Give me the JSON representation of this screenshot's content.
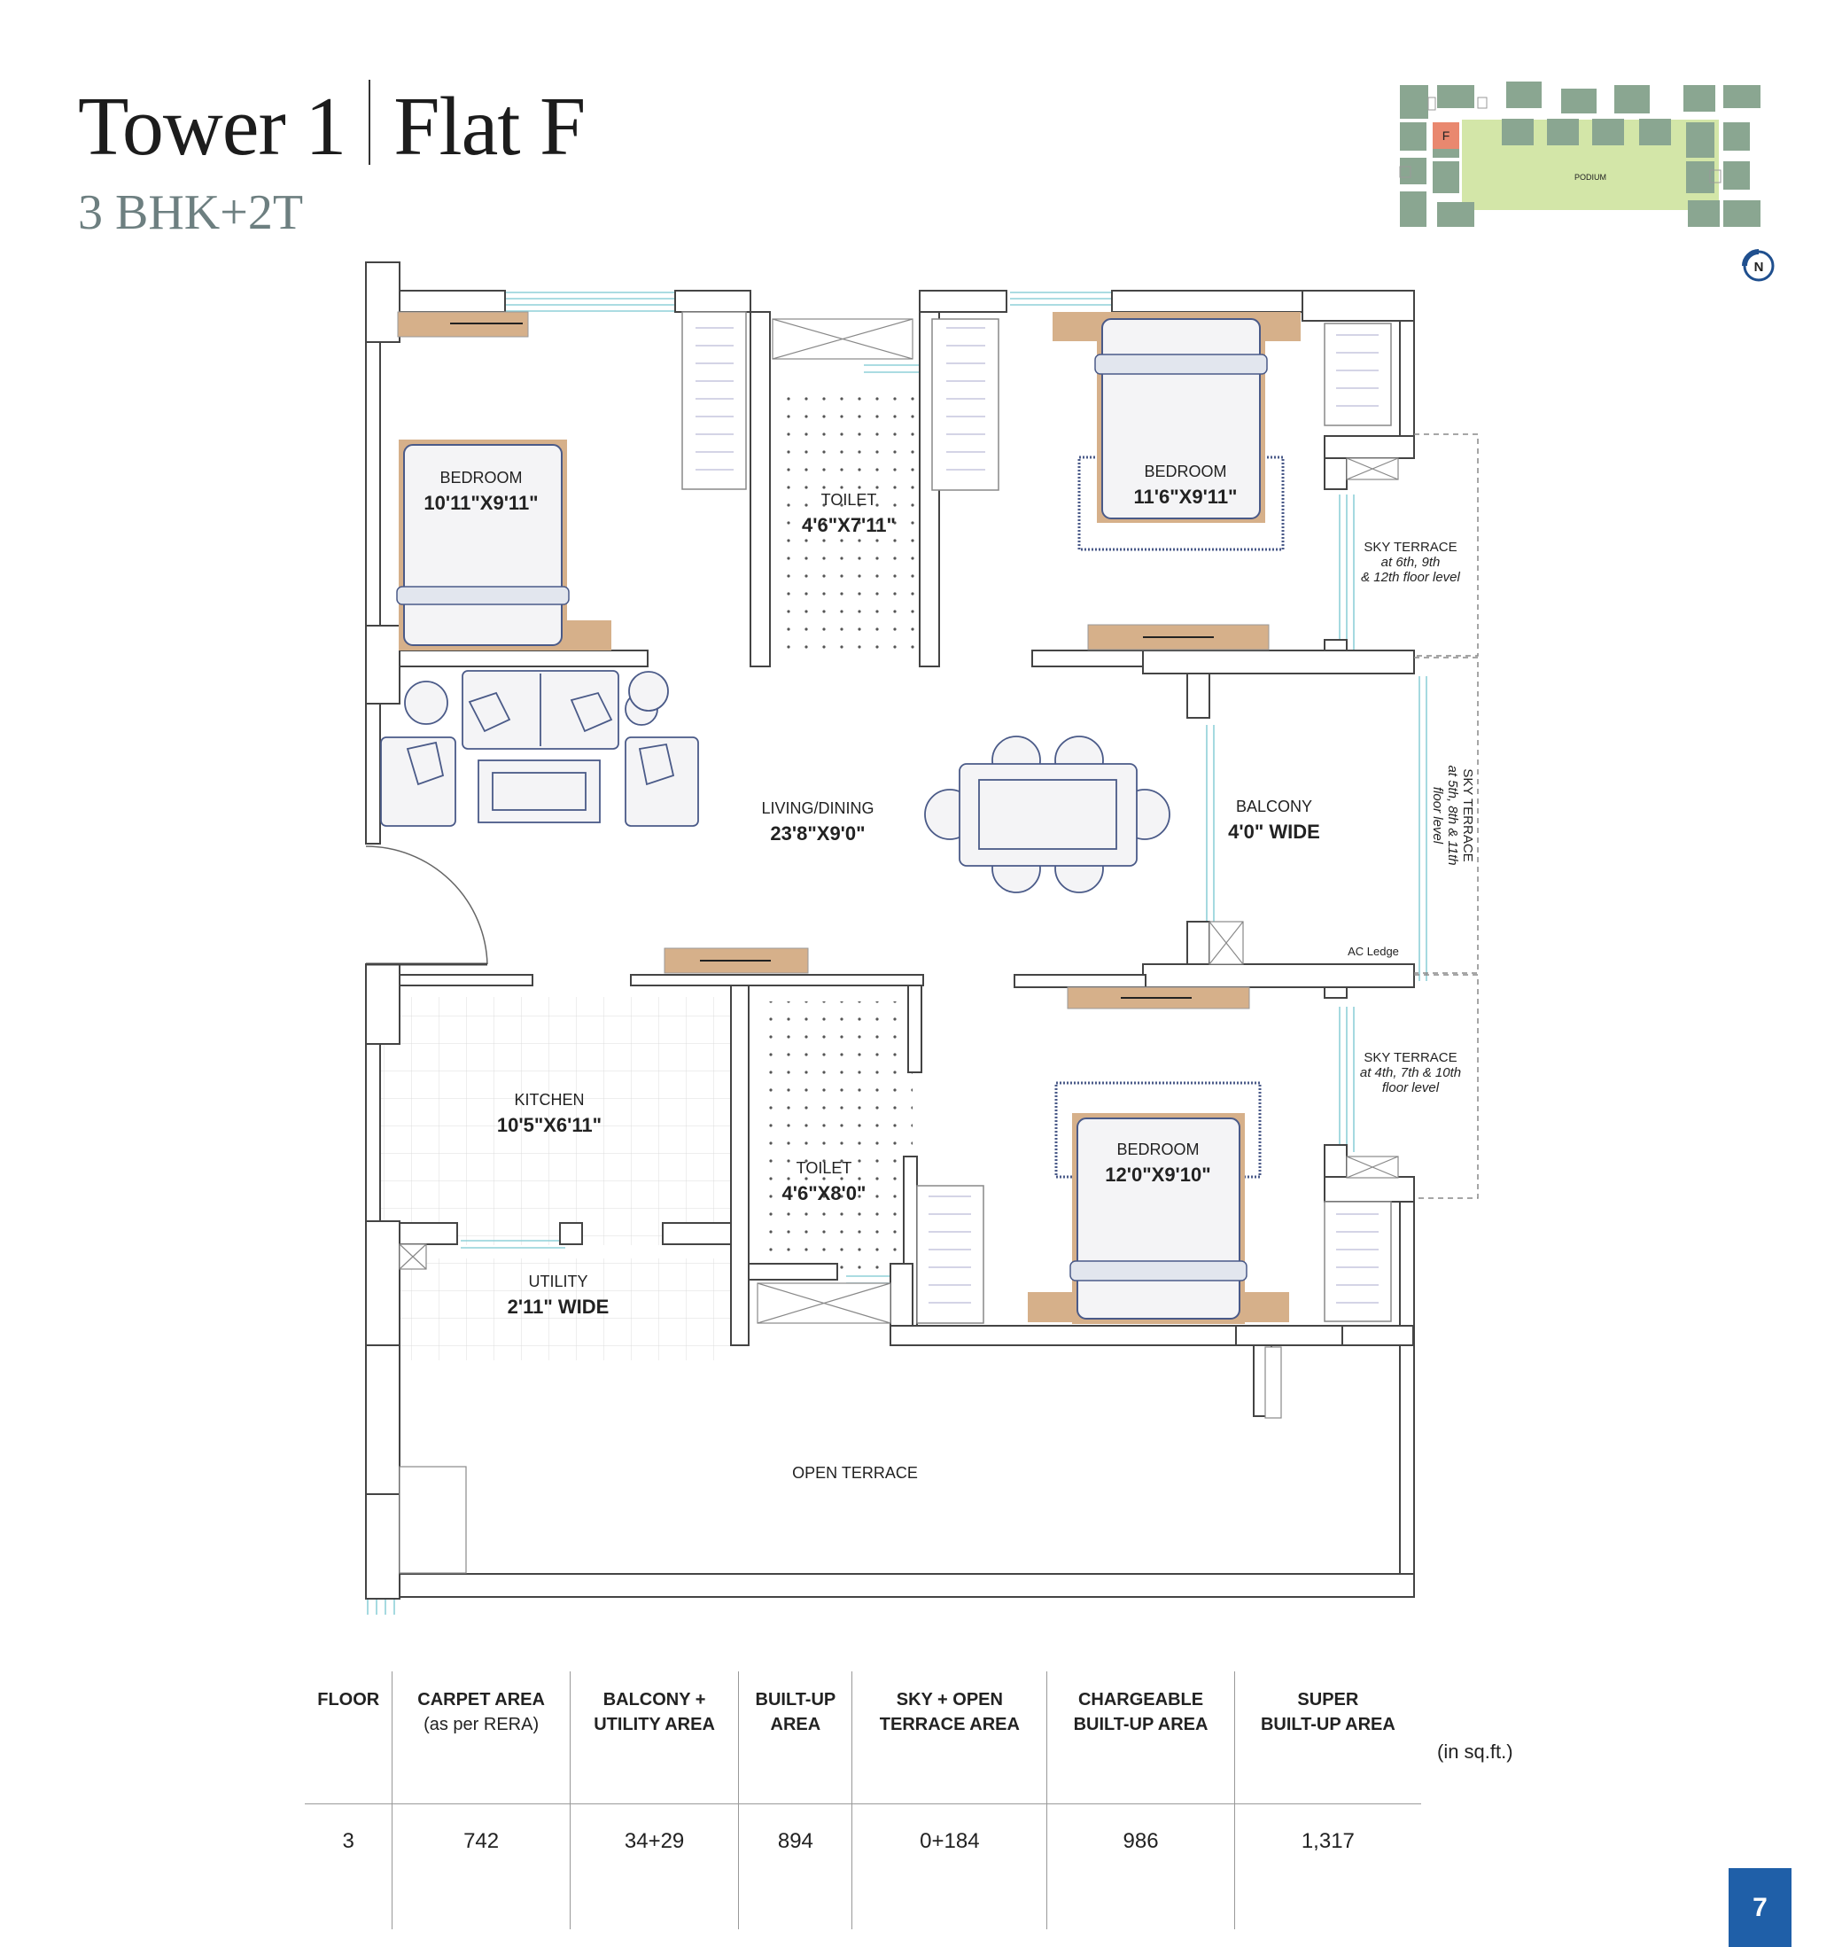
{
  "header": {
    "title_part1": "Tower 1",
    "title_part2": "Flat F",
    "subtitle": "3 BHK+2T"
  },
  "key_plan": {
    "unit_marker": "F",
    "podium_label": "PODIUM",
    "north_label": "N",
    "colors": {
      "blocks": "#8aa691",
      "podium": "#d3e6a8",
      "highlight": "#e9886f"
    }
  },
  "rooms": [
    {
      "name": "BEDROOM",
      "dims": "10'11\"X9'11\""
    },
    {
      "name": "TOILET",
      "dims": "4'6\"X7'11\""
    },
    {
      "name": "BEDROOM",
      "dims": "11'6\"X9'11\""
    },
    {
      "name": "LIVING/DINING",
      "dims": "23'8\"X9'0\""
    },
    {
      "name": "BALCONY",
      "dims": "4'0\" WIDE"
    },
    {
      "name": "KITCHEN",
      "dims": "10'5\"X6'11\""
    },
    {
      "name": "TOILET",
      "dims": "4'6\"X8'0\""
    },
    {
      "name": "BEDROOM",
      "dims": "12'0\"X9'10\""
    },
    {
      "name": "UTILITY",
      "dims": "2'11\" WIDE"
    },
    {
      "name": "OPEN TERRACE"
    }
  ],
  "sky_terraces": [
    {
      "title": "SKY TERRACE",
      "line1": "at 6th, 9th",
      "line2": "& 12th floor level"
    },
    {
      "title": "SKY TERRACE",
      "line1": "at 5th, 8th & 11th",
      "line2": "floor level"
    },
    {
      "title": "SKY TERRACE",
      "line1": "at 4th, 7th & 10th",
      "line2": "floor level"
    }
  ],
  "ac_ledge": "AC Ledge",
  "area_table": {
    "headers": [
      {
        "line1": "FLOOR",
        "line2": ""
      },
      {
        "line1": "CARPET AREA",
        "line2": "(as per RERA)"
      },
      {
        "line1": "BALCONY +",
        "line2": "UTILITY AREA"
      },
      {
        "line1": "BUILT-UP",
        "line2": "AREA"
      },
      {
        "line1": "SKY + OPEN",
        "line2": "TERRACE AREA"
      },
      {
        "line1": "CHARGEABLE",
        "line2": "BUILT-UP AREA"
      },
      {
        "line1": "SUPER",
        "line2": "BUILT-UP AREA"
      }
    ],
    "values": [
      "3",
      "742",
      "34+29",
      "894",
      "0+184",
      "986",
      "1,317"
    ],
    "units": "(in sq.ft.)"
  },
  "page_number": "7",
  "colors": {
    "wall_fill": "#ffffff",
    "wall_stroke": "#444444",
    "wardrobe": "#d6b08a",
    "glass": "#8fd0d8",
    "furniture": "#4a5a88"
  }
}
